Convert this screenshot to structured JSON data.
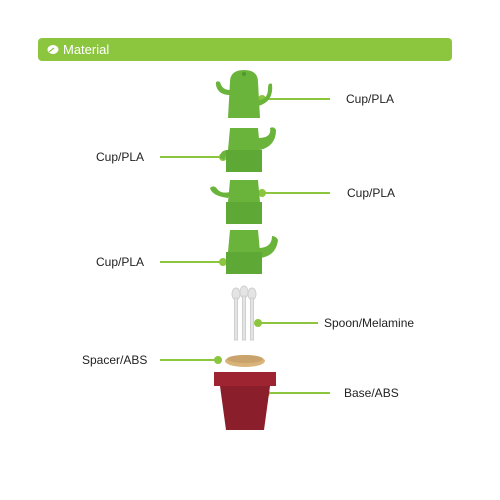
{
  "header": {
    "title": "Material",
    "icon": "leaf-icon",
    "color": "#8cc63f"
  },
  "parts": [
    {
      "id": "top-cup",
      "label": "Cup/PLA"
    },
    {
      "id": "cup-2",
      "label": "Cup/PLA"
    },
    {
      "id": "cup-3",
      "label": "Cup/PLA"
    },
    {
      "id": "cup-4",
      "label": "Cup/PLA"
    },
    {
      "id": "spoon",
      "label": "Spoon/Melamine"
    },
    {
      "id": "spacer",
      "label": "Spacer/ABS"
    },
    {
      "id": "base",
      "label": "Base/ABS"
    }
  ],
  "colors": {
    "cactus": "#6ab43b",
    "cactus_dark": "#4f9a2a",
    "pot": "#8b1e2b",
    "spacer": "#c9a36b",
    "leader": "#8cc63f"
  }
}
